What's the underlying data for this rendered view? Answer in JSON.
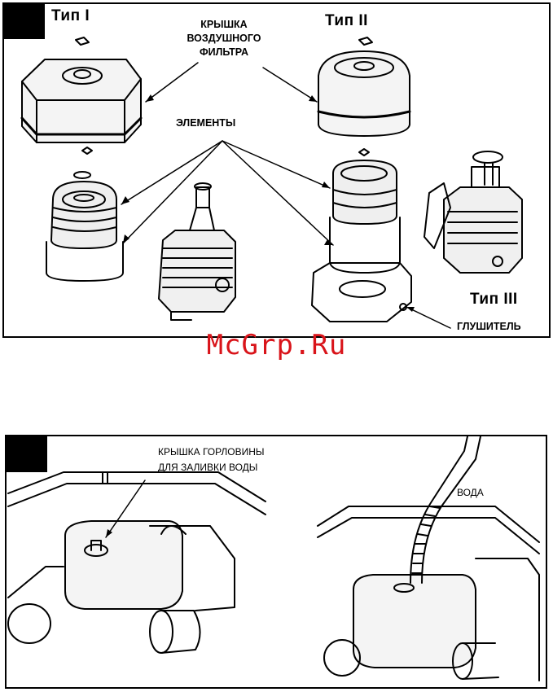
{
  "top_panel": {
    "type1": "Тип I",
    "type2": "Тип II",
    "type3": "Тип III",
    "cover_label": [
      "КРЫШКА",
      "ВОЗДУШНОГО",
      "ФИЛЬТРА"
    ],
    "elements_label": "ЭЛЕМЕНТЫ",
    "muffler_label": "ГЛУШИТЕЛЬ"
  },
  "watermark": "McGrp.Ru",
  "bottom_panel": {
    "filler_label": [
      "КРЫШКА ГОРЛОВИНЫ",
      "ДЛЯ ЗАЛИВКИ ВОДЫ"
    ],
    "water_label": "ВОДА"
  }
}
